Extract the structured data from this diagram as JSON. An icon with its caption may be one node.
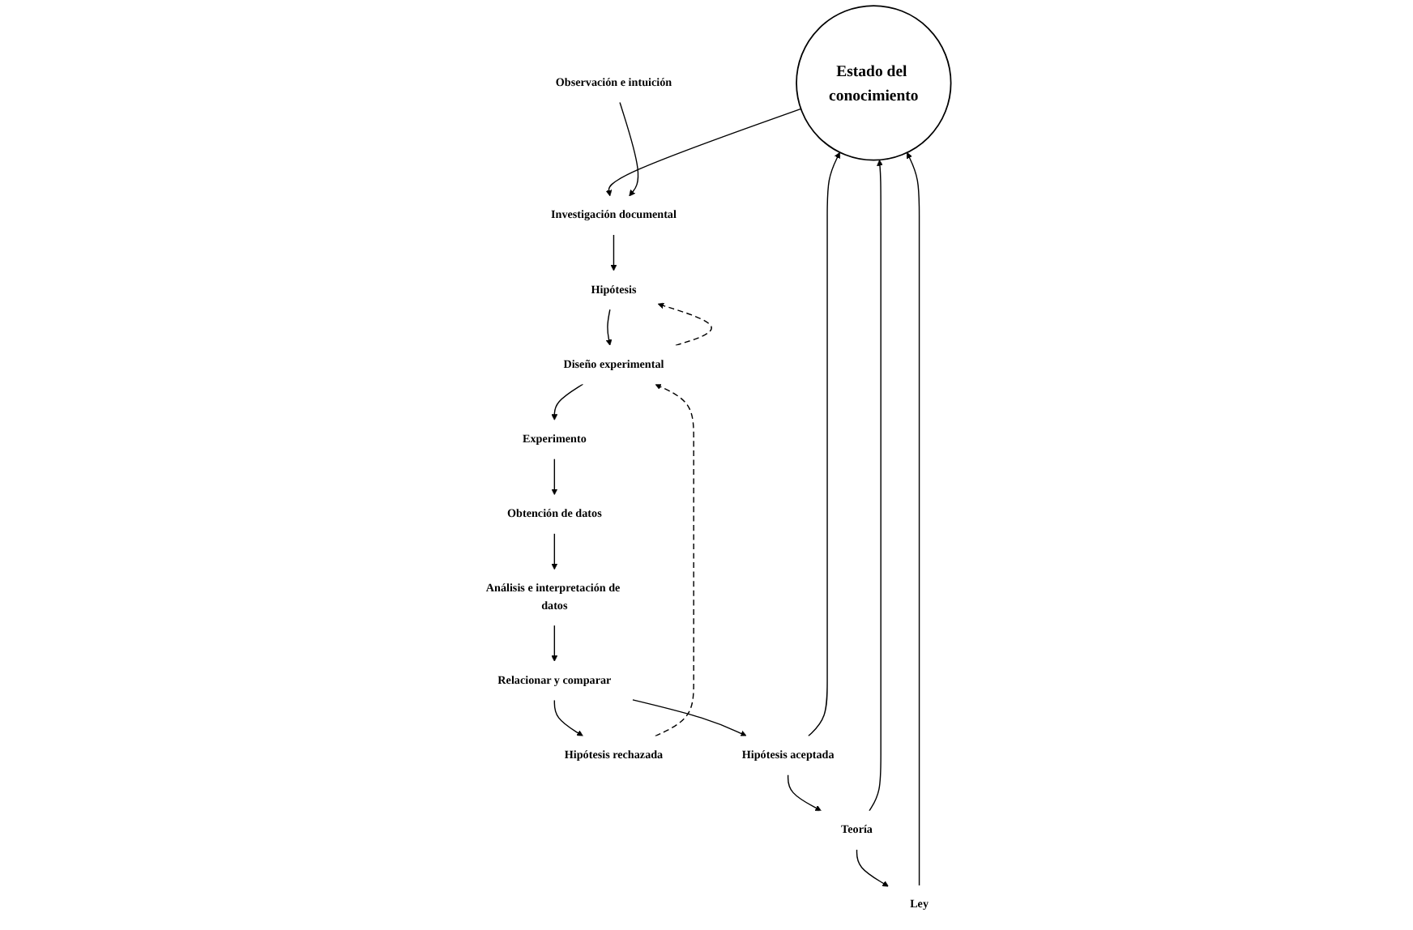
{
  "diagram": {
    "nodes": [
      {
        "text": [
          "Estado del conocimiento"
        ]
      },
      {
        "text": [
          "Teoría"
        ]
      },
      {
        "text": [
          "Ley"
        ]
      },
      {
        "text": [
          "Hipótesis rechazada"
        ]
      },
      {
        "text": [
          "Hipótesis aceptada"
        ]
      },
      {
        "text": [
          "Relacionar y comparar"
        ]
      },
      {
        "text": [
          "Análisis e interpretación de datos"
        ]
      },
      {
        "text": [
          "Observación e intuición"
        ]
      },
      {
        "text": [
          "Obtención de datos"
        ]
      },
      {
        "text": [
          "Investigación documental"
        ]
      },
      {
        "text": [
          "Hipótesis"
        ]
      },
      {
        "text": [
          "Experimento"
        ]
      },
      {
        "text": [
          "Diseño experimental"
        ]
      }
    ],
    "edges": [
      {
        "from": 4,
        "to": 1,
        "arrow": "to"
      },
      {
        "from": 1,
        "to": 2,
        "arrow": "to"
      },
      {
        "from": 4,
        "to": 0,
        "arrow": "to"
      },
      {
        "from": 1,
        "to": 0,
        "arrow": "to"
      },
      {
        "from": 2,
        "to": 0,
        "arrow": "to"
      },
      {
        "from": 0,
        "to": 9,
        "arrow": "to"
      },
      {
        "from": 7,
        "to": 9,
        "arrow": "to"
      },
      {
        "from": 9,
        "to": 10,
        "arrow": "to"
      },
      {
        "from": 10,
        "to": 12,
        "arrow": "to"
      },
      {
        "from": 12,
        "to": 11,
        "arrow": "to"
      },
      {
        "from": 11,
        "to": 8,
        "arrow": "to"
      },
      {
        "from": 8,
        "to": 6,
        "arrow": "to"
      },
      {
        "from": 6,
        "to": 5,
        "arrow": "to"
      },
      {
        "from": 5,
        "to": 3,
        "arrow": "to"
      },
      {
        "from": 5,
        "to": 4,
        "arrow": "to"
      },
      {
        "from": 3,
        "to": 12,
        "arrow": "to",
        "style": "dashed"
      },
      {
        "from": 12,
        "to": 10,
        "arrow": "to",
        "style": "dashed"
      }
    ]
  }
}
